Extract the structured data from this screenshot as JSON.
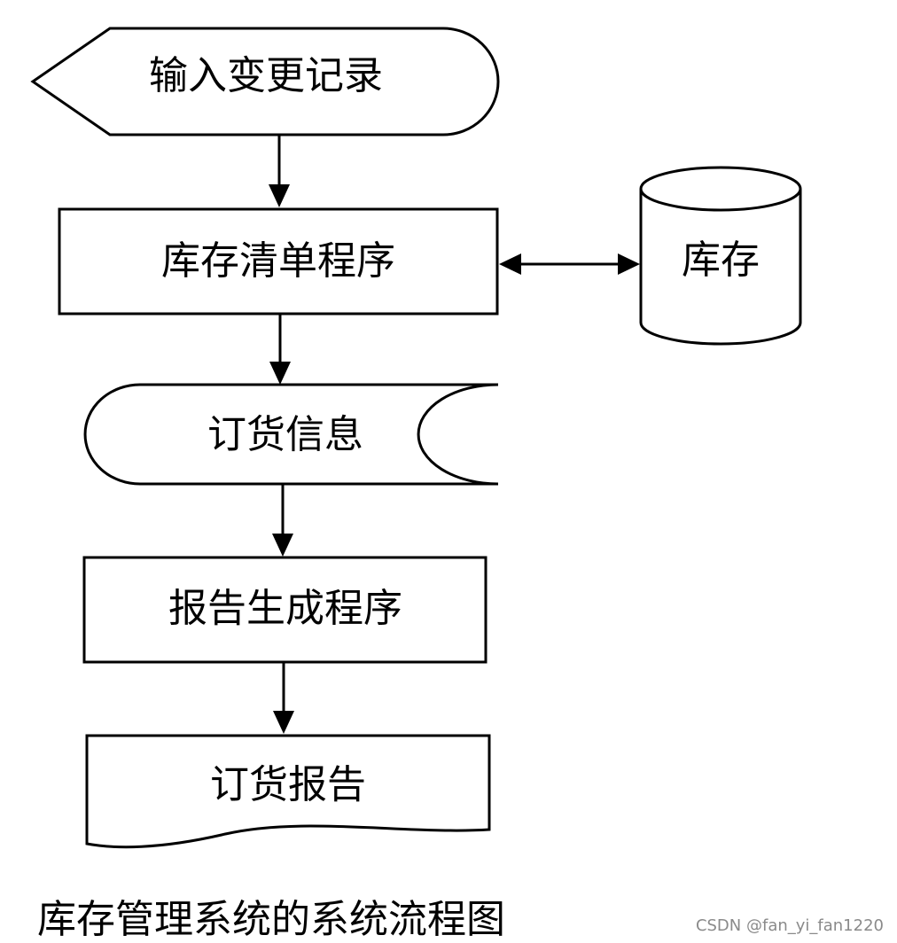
{
  "diagram": {
    "nodes": {
      "input": {
        "label": "输入变更记录",
        "shape": "manual-input-display"
      },
      "inventory_program": {
        "label": "库存清单程序",
        "shape": "process"
      },
      "inventory_store": {
        "label": "库存",
        "shape": "database"
      },
      "order_info": {
        "label": "订货信息",
        "shape": "stored-data"
      },
      "report_program": {
        "label": "报告生成程序",
        "shape": "process"
      },
      "order_report": {
        "label": "订货报告",
        "shape": "document"
      }
    },
    "edges": [
      {
        "from": "input",
        "to": "inventory_program",
        "direction": "forward"
      },
      {
        "from": "inventory_program",
        "to": "inventory_store",
        "direction": "both"
      },
      {
        "from": "inventory_program",
        "to": "order_info",
        "direction": "forward"
      },
      {
        "from": "order_info",
        "to": "report_program",
        "direction": "forward"
      },
      {
        "from": "report_program",
        "to": "order_report",
        "direction": "forward"
      }
    ],
    "caption": "库存管理系统的系统流程图"
  },
  "watermark": "CSDN @fan_yi_fan1220",
  "colors": {
    "stroke": "#000000",
    "background": "#ffffff",
    "watermark": "#8a8a8a"
  }
}
